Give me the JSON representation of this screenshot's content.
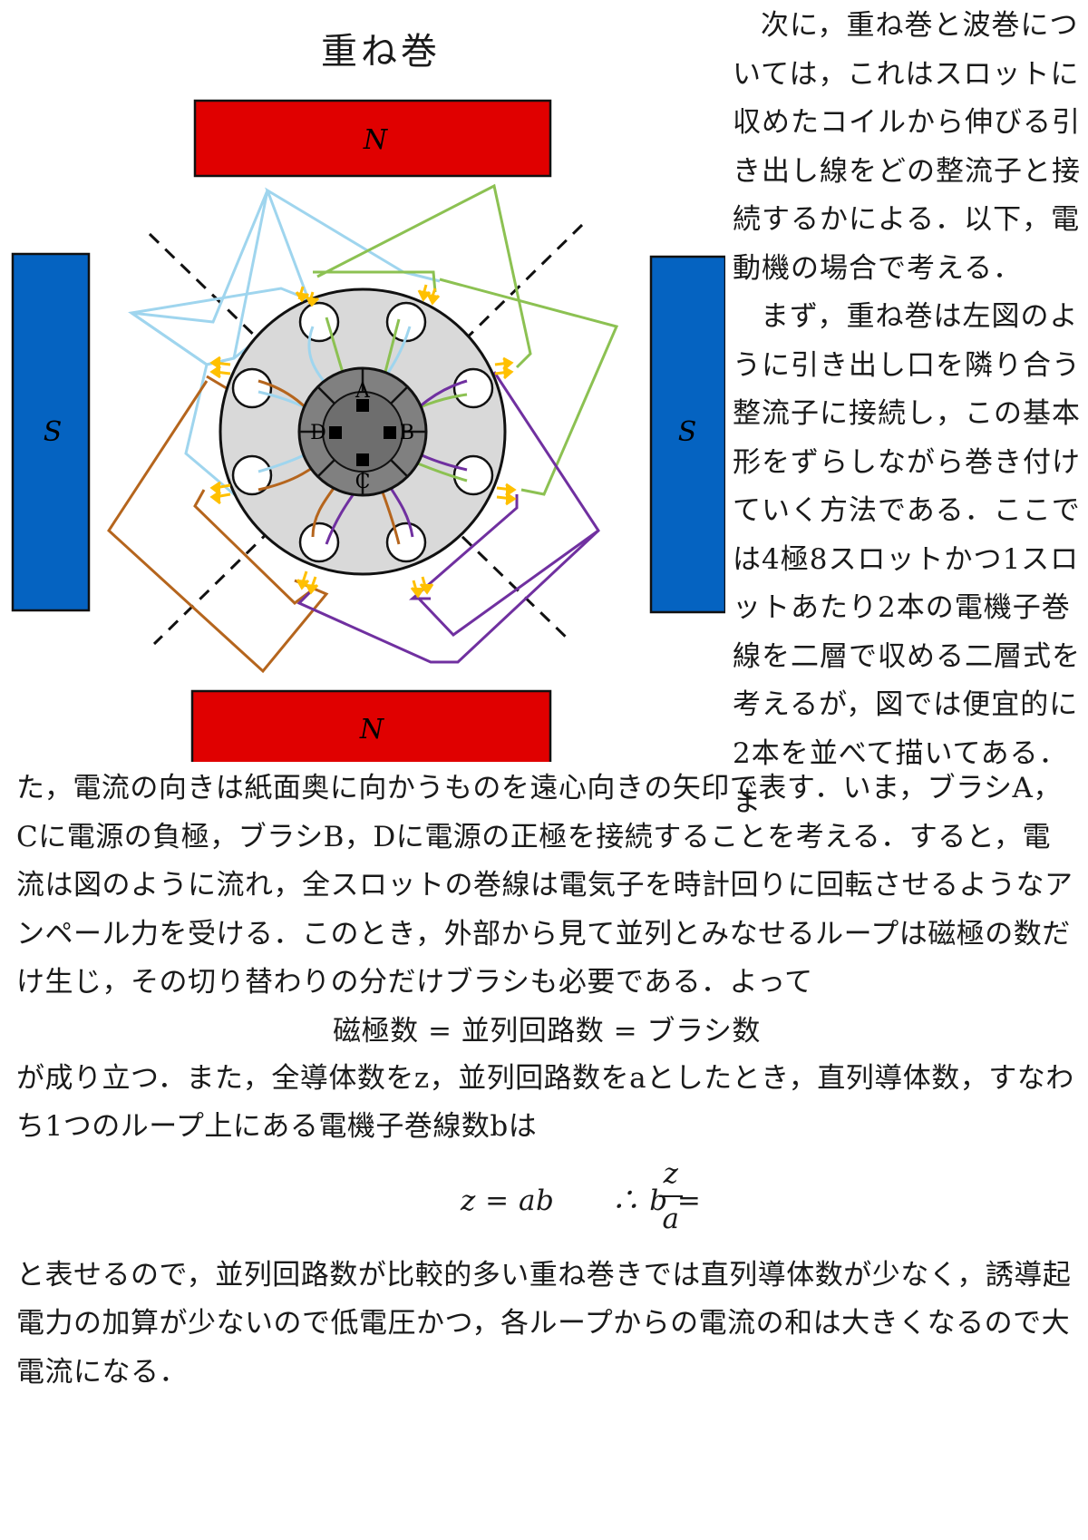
{
  "figure": {
    "title": "重ね巻",
    "magnets": {
      "north": "N",
      "south": "S"
    },
    "brushes": [
      "A",
      "B",
      "C",
      "D"
    ],
    "colors": {
      "north_pole": "#e00000",
      "south_pole": "#0563c1",
      "stator": "#d9d9d9",
      "commutator": "#808080",
      "coil_light_blue": "#9fd5ee",
      "coil_green": "#8cc152",
      "coil_brown": "#b5651d",
      "coil_purple": "#7030a0",
      "arrow": "#ffc000"
    }
  },
  "side_text": {
    "p1": "次に，重ね巻と波巻については，これはスロットに収めたコイルから伸びる引き出し線をどの整流子と接続するかによる．以下，電動機の場合で考える．",
    "p2": "まず，重ね巻は左図のように引き出し口を隣り合う整流子に接続し，この基本形をずらしながら巻き付けていく方法である．ここでは4極8スロットかつ1スロットあたり2本の電機子巻線を二層で収める二層式を考えるが，図では便宜的に2本を並べて描いてある．ま"
  },
  "main_text": {
    "p1": "た，電流の向きは紙面奥に向かうものを遠心向きの矢印で表す．いま，ブラシA，Cに電源の負極，ブラシB，Dに電源の正極を接続することを考える．すると，電流は図のように流れ，全スロットの巻線は電気子を時計回りに回転させるようなアンペール力を受ける．このとき，外部から見て並列とみなせるループは磁極の数だけ生じ，その切り替わりの分だけブラシも必要である．よって",
    "eq1": "磁極数 = 並列回路数 = ブラシ数",
    "p2": "が成り立つ．また，全導体数をz，並列回路数をaとしたとき，直列導体数，すなわち1つのループ上にある電機子巻線数bは",
    "eq2_lhs": "z = ab　　∴ b =",
    "eq2_num": "z",
    "eq2_den": "a",
    "p3": "と表せるので，並列回路数が比較的多い重ね巻きでは直列導体数が少なく，誘導起電力の加算が少ないので低電圧かつ，各ループからの電流の和は大きくなるので大電流になる．"
  }
}
